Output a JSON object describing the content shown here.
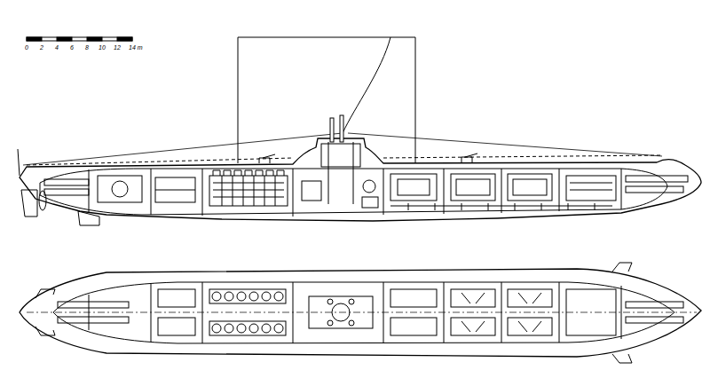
{
  "diagram": {
    "labels": [
      "0",
      "2",
      "4",
      "6",
      "8",
      "10",
      "12",
      "14 m"
    ]
  }
}
